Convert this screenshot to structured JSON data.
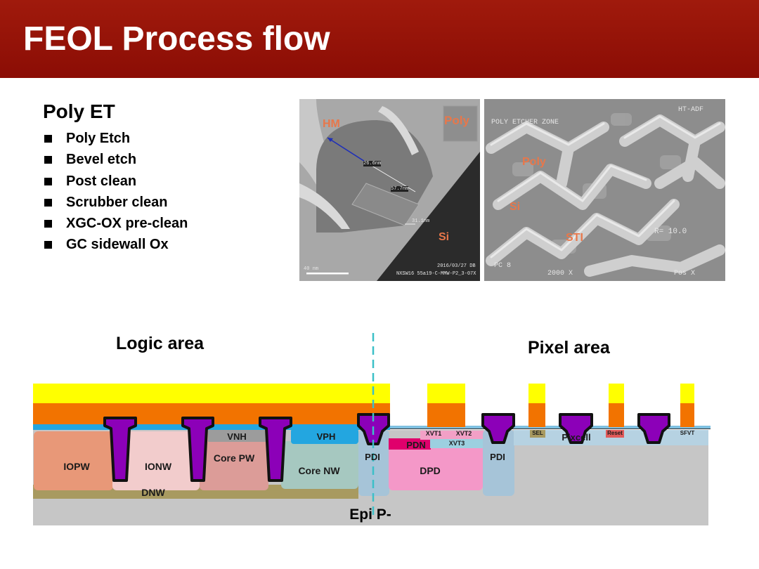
{
  "header": {
    "title": "FEOL Process flow"
  },
  "section": {
    "title": "Poly ET",
    "bullets": [
      "Poly Etch",
      "Bevel etch",
      "Post clean",
      "Scrubber clean",
      "XGC-OX pre-clean",
      "GC sidewall Ox"
    ]
  },
  "images": {
    "tem": {
      "labels": {
        "hm": "HM",
        "poly": "Poly",
        "si": "Si"
      },
      "measures": [
        "26.6nm",
        "57.7nm",
        "31.1nm"
      ],
      "stamp_left": "40 nm",
      "stamp_right_1": "2016/03/27 DB",
      "stamp_right_2": "NXSW16 55a19-C-MMW-P2_3-07X"
    },
    "sem": {
      "labels": {
        "poly": "Poly",
        "si": "Si",
        "sti": "STI"
      },
      "stamps": [
        "POLY ETCHER ZONE",
        "HT-ADF",
        "R= 10.0",
        "PC 8",
        "2000 X",
        "Pos X"
      ]
    }
  },
  "diagram": {
    "logic_title": "Logic area",
    "pixel_title": "Pixel area",
    "substrate": "Epi P-",
    "regions": {
      "iopw": "IOPW",
      "ionw": "IONW",
      "core_pw": "Core PW",
      "core_nw": "Core NW",
      "dnw": "DNW",
      "vnh": "VNH",
      "vph": "VPH",
      "pdi_left": "PDI",
      "pdi_right": "PDI",
      "pdn": "PDN",
      "dpd": "DPD",
      "xvt1": "XVT1",
      "xvt2": "XVT2",
      "xvt3": "XVT3",
      "sel": "SEL",
      "pixcell": "Pixcell",
      "reset": "Reset",
      "sfvt": "SFVT"
    },
    "colors": {
      "yellow": "#ffff00",
      "orange": "#f27300",
      "purple": "#8c00b8",
      "substrate": "#c6c6c6",
      "iopw": "#e89878",
      "ionw": "#f2cccc",
      "core_pw": "#dc9c98",
      "core_nw": "#a6c8c0",
      "dnw": "#a89a60",
      "vph": "#23a6e0",
      "pdi": "#a6c4d8",
      "pdn": "#e0006c",
      "dpd": "#f498c8"
    }
  }
}
